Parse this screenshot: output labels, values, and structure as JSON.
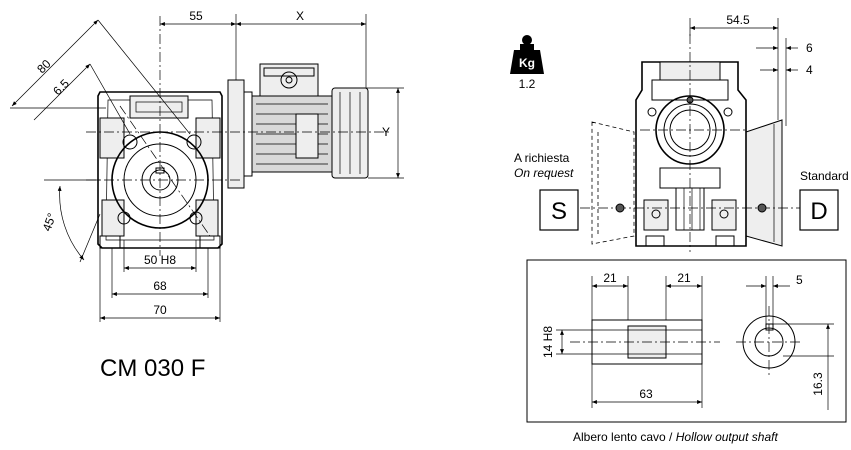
{
  "model": "CM 030 F",
  "left_view": {
    "dims": {
      "d55": "55",
      "dX": "X",
      "d80": "80",
      "d65": "6.5",
      "dY": "Y",
      "d45": "45°",
      "d50": "50 H8",
      "d68": "68",
      "d70": "70"
    }
  },
  "right_view": {
    "weight": {
      "icon_label": "Kg",
      "value": "1.2"
    },
    "dims": {
      "d545": "54.5",
      "d6": "6",
      "d4": "4"
    },
    "side_s": {
      "letter": "S",
      "label": "A richiesta",
      "label_italic": "On request"
    },
    "side_d": {
      "letter": "D",
      "label": "Standard"
    }
  },
  "shaft_detail": {
    "dims": {
      "d21a": "21",
      "d21b": "21",
      "d14": "14 H8",
      "d63": "63",
      "d5": "5",
      "d163": "16.3"
    },
    "caption": "Albero lento cavo / ",
    "caption_italic": "Hollow output shaft"
  }
}
